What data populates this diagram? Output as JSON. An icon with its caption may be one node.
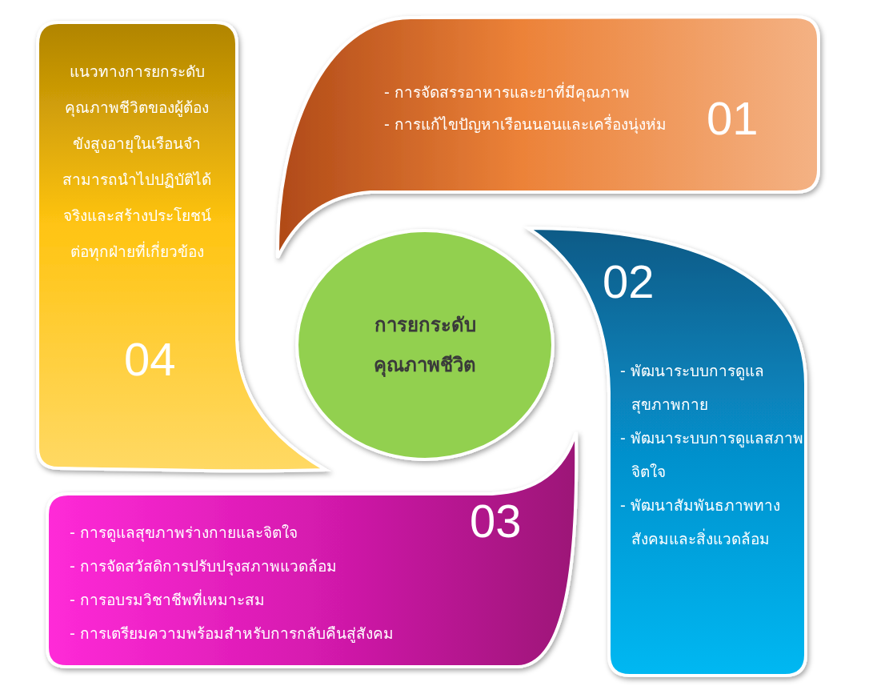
{
  "diagram": {
    "nodes": [
      {
        "text": [
          "การยกระดับคุณภาพชีวิต"
        ]
      },
      {
        "text": [
          "01",
          "- การจัดสรรอาหารและยาที่มีคุณภาพ",
          "- การแก้ไขปัญหาเรือนนอนและเครื่องนุ่งห่ม"
        ]
      },
      {
        "text": [
          "02",
          "- พัฒนาระบบการดูแลสุขภาพกาย",
          "- พัฒนาระบบการดูแลสภาพจิตใจ",
          "- พัฒนาสัมพันธภาพทางสังคมและสิ่งแวดล้อม"
        ]
      },
      {
        "text": [
          "03",
          "- การดูแลสุขภาพร่างกายและจิตใจ",
          "- การจัดสวัสดิการปรับปรุงสภาพแวดล้อม",
          "- การอบรมวิชาชีพที่เหมาะสม",
          "- การเตรียมความพร้อมสำหรับการกลับคืนสู่สังคม"
        ]
      },
      {
        "text": [
          "แนวทางการยกระดับคุณภาพชีวิตของผู้ต้องขังสูงอายุในเรือนจำ สามารถนำไปปฏิบัติได้จริงและสร้างประโยชน์ต่อทุกฝ่ายที่เกี่ยวข้อง",
          "04"
        ]
      }
    ]
  }
}
